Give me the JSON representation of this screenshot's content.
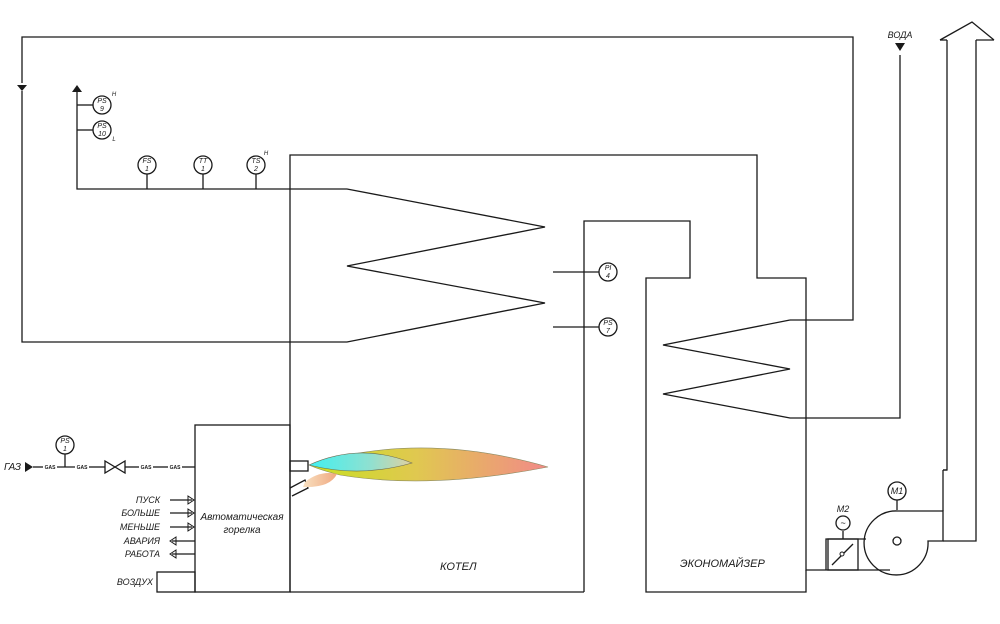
{
  "diagram": {
    "title": "Boiler unit piping & instrumentation scheme",
    "units": {
      "boiler": "КОТЕЛ",
      "economizer": "ЭКОНОМАЙЗЕР",
      "burner_line1": "Автоматическая",
      "burner_line2": "горелка"
    },
    "inputs": {
      "gas": "ГАЗ",
      "water": "ВОДА",
      "air": "ВОЗДУХ",
      "gas_line_tag": "GAS"
    },
    "signals": [
      {
        "label": "ПУСК",
        "direction": "in"
      },
      {
        "label": "БОЛЬШЕ",
        "direction": "in"
      },
      {
        "label": "МЕНЬШЕ",
        "direction": "in"
      },
      {
        "label": "АВАРИЯ",
        "direction": "out"
      },
      {
        "label": "РАБОТА",
        "direction": "out"
      }
    ],
    "instruments": [
      {
        "id": "ps9",
        "type": "PS",
        "num": "9",
        "limit": "H"
      },
      {
        "id": "ps10",
        "type": "PS",
        "num": "10",
        "limit": "L"
      },
      {
        "id": "fs1",
        "type": "FS",
        "num": "1",
        "limit": ""
      },
      {
        "id": "tt1",
        "type": "TT",
        "num": "1",
        "limit": ""
      },
      {
        "id": "ts2",
        "type": "TS",
        "num": "2",
        "limit": "H"
      },
      {
        "id": "pi4",
        "type": "PI",
        "num": "4",
        "limit": ""
      },
      {
        "id": "ps7",
        "type": "PS",
        "num": "7",
        "limit": ""
      },
      {
        "id": "ps1",
        "type": "PS",
        "num": "1",
        "limit": ""
      }
    ],
    "motors": {
      "fan": "M1",
      "damper": "M2"
    },
    "colors": {
      "line": "#1a1a1a",
      "flame_cyan": "#4ff0ee",
      "flame_yellow": "#d8e030",
      "flame_pink": "#f08c8c"
    }
  }
}
